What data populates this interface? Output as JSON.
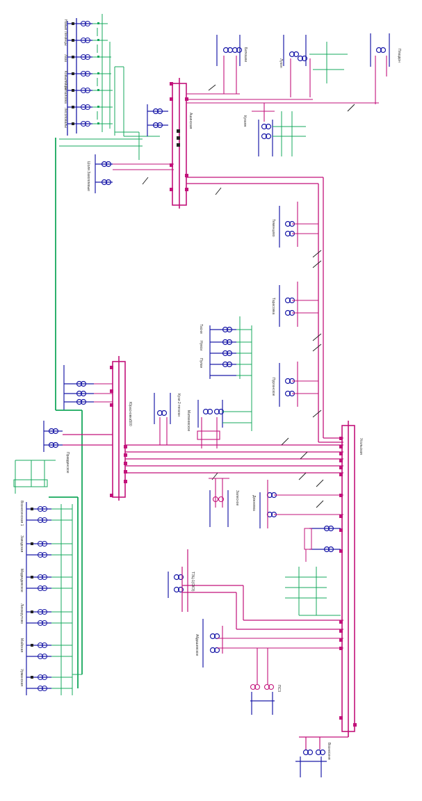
{
  "diagram": {
    "colors": {
      "hv": "#c2127a",
      "mv": "#14a85c",
      "lv": "#1a1aa8",
      "breaker": "#222222",
      "label": "#333333",
      "background": "#ffffff"
    },
    "substations": {
      "top_left": [
        "Новые Ленинцы",
        "Лаза",
        "Ковыляйцы",
        "Репаловка",
        "Лесоповалы"
      ],
      "near_main": "Шоля Завоплевые",
      "main_top": "Ашинская",
      "top_right": [
        "Батюшки",
        "Лузон",
        "Кухеля",
        "Плаздон"
      ],
      "right_mid": [
        "Теменцево",
        "Тарасовка",
        "Пурганское"
      ],
      "mid_green_group": [
        "Тасни",
        "Нувси",
        "Пулан"
      ],
      "mid_center_a": "Кузи 2-тегаган",
      "mid_center_b": "Матвеевское",
      "mid_left": "Юрасновка500",
      "far_left_top": "Правдинское",
      "bottom_left": [
        "Вознесенская 1",
        "Заводская",
        "Медведевское",
        "Лихокрутово",
        "Майская",
        "Урманская"
      ],
      "right_main": "Усольская",
      "center_lower": [
        "Залесное",
        "Дежневка"
      ],
      "tpu": "ТЭЦ-1(ОКЭ)",
      "bottom_center": [
        "Абдашевское",
        "ПС3"
      ],
      "bottom_right": "Вознесеня"
    }
  }
}
